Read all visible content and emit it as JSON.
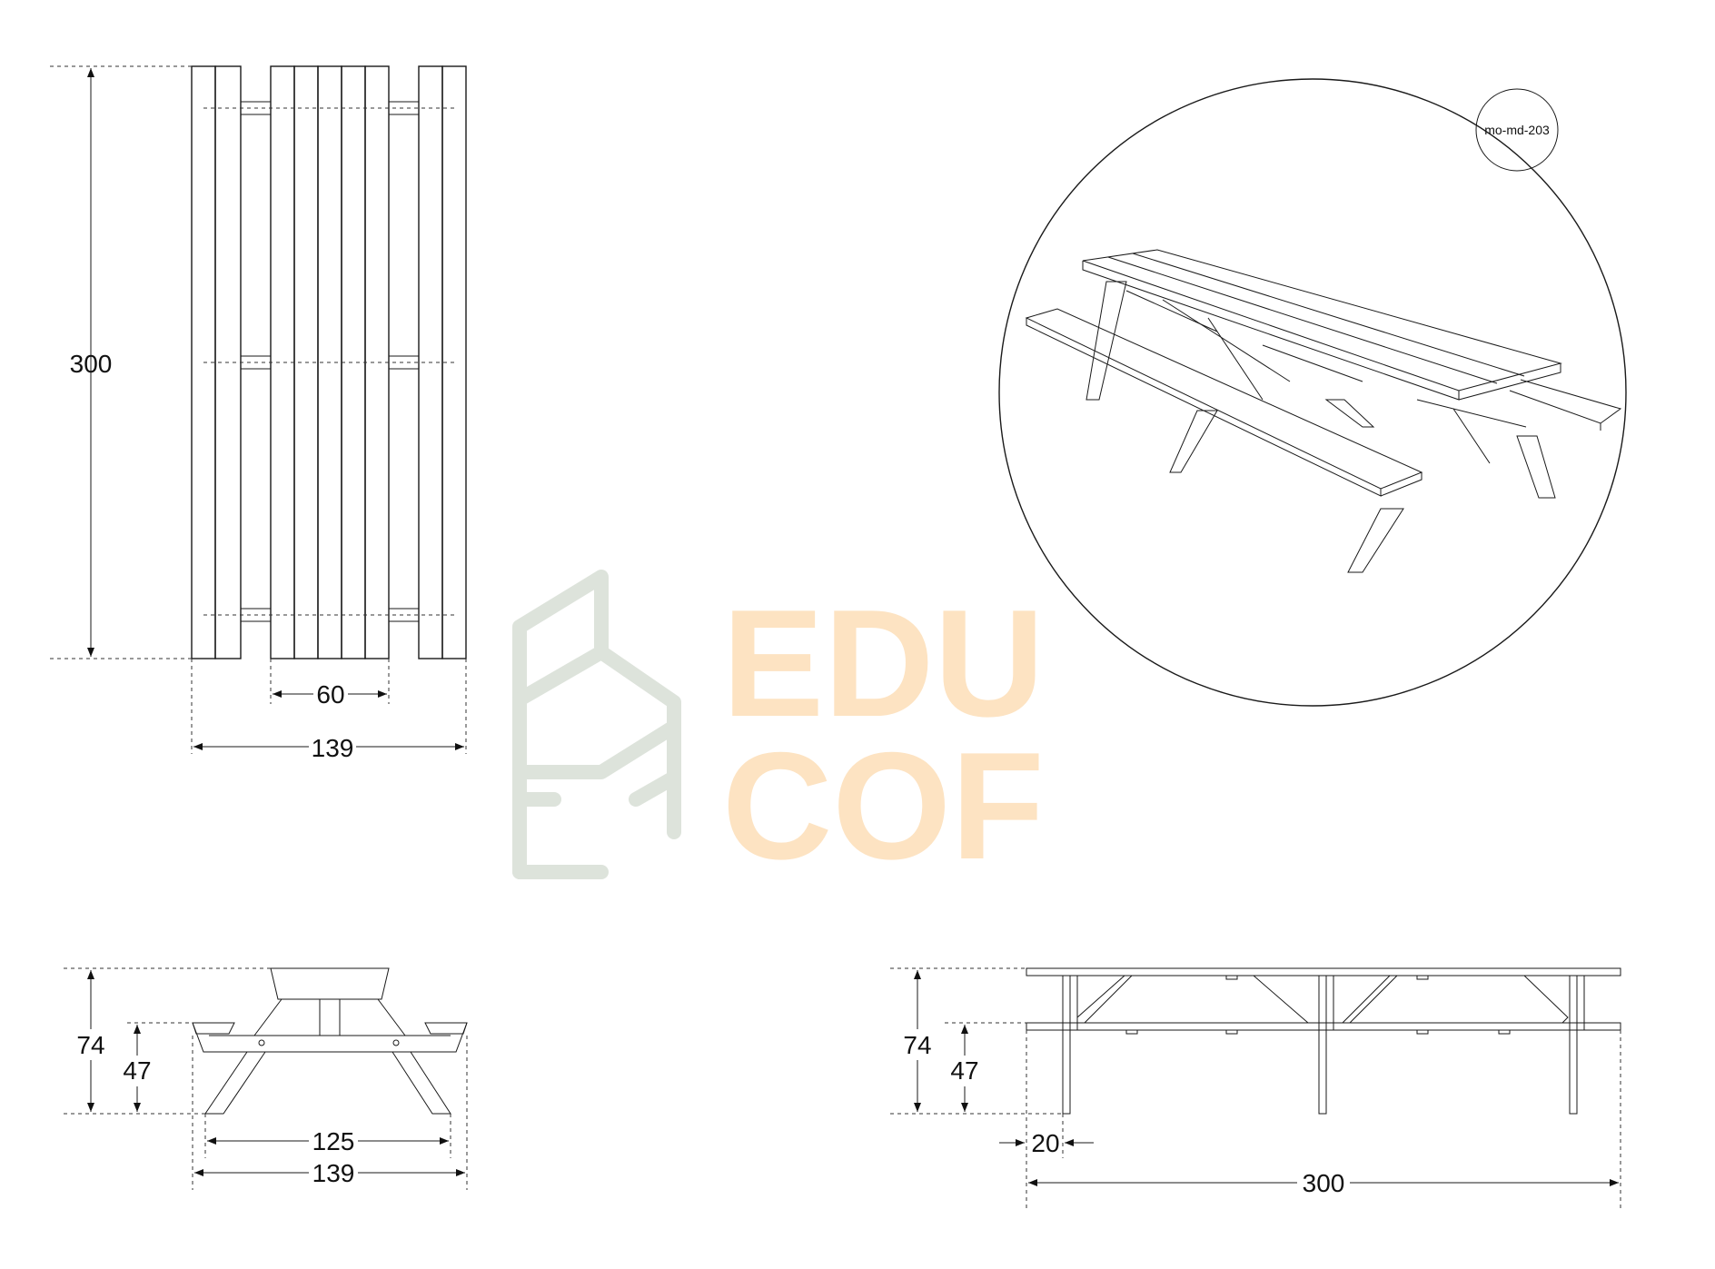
{
  "product_code": "mo-md-203",
  "watermark": {
    "line1": "EDU",
    "line2": "COF",
    "text_color": "#fde3c2",
    "logo_color": "#dde3db"
  },
  "top_view": {
    "length": "300",
    "gap_width": "60",
    "total_width": "139"
  },
  "side_view": {
    "height_total": "74",
    "height_seat": "47",
    "inner_width": "125",
    "total_width": "139"
  },
  "front_view": {
    "height_total": "74",
    "height_seat": "47",
    "overhang": "20",
    "total_length": "300"
  }
}
